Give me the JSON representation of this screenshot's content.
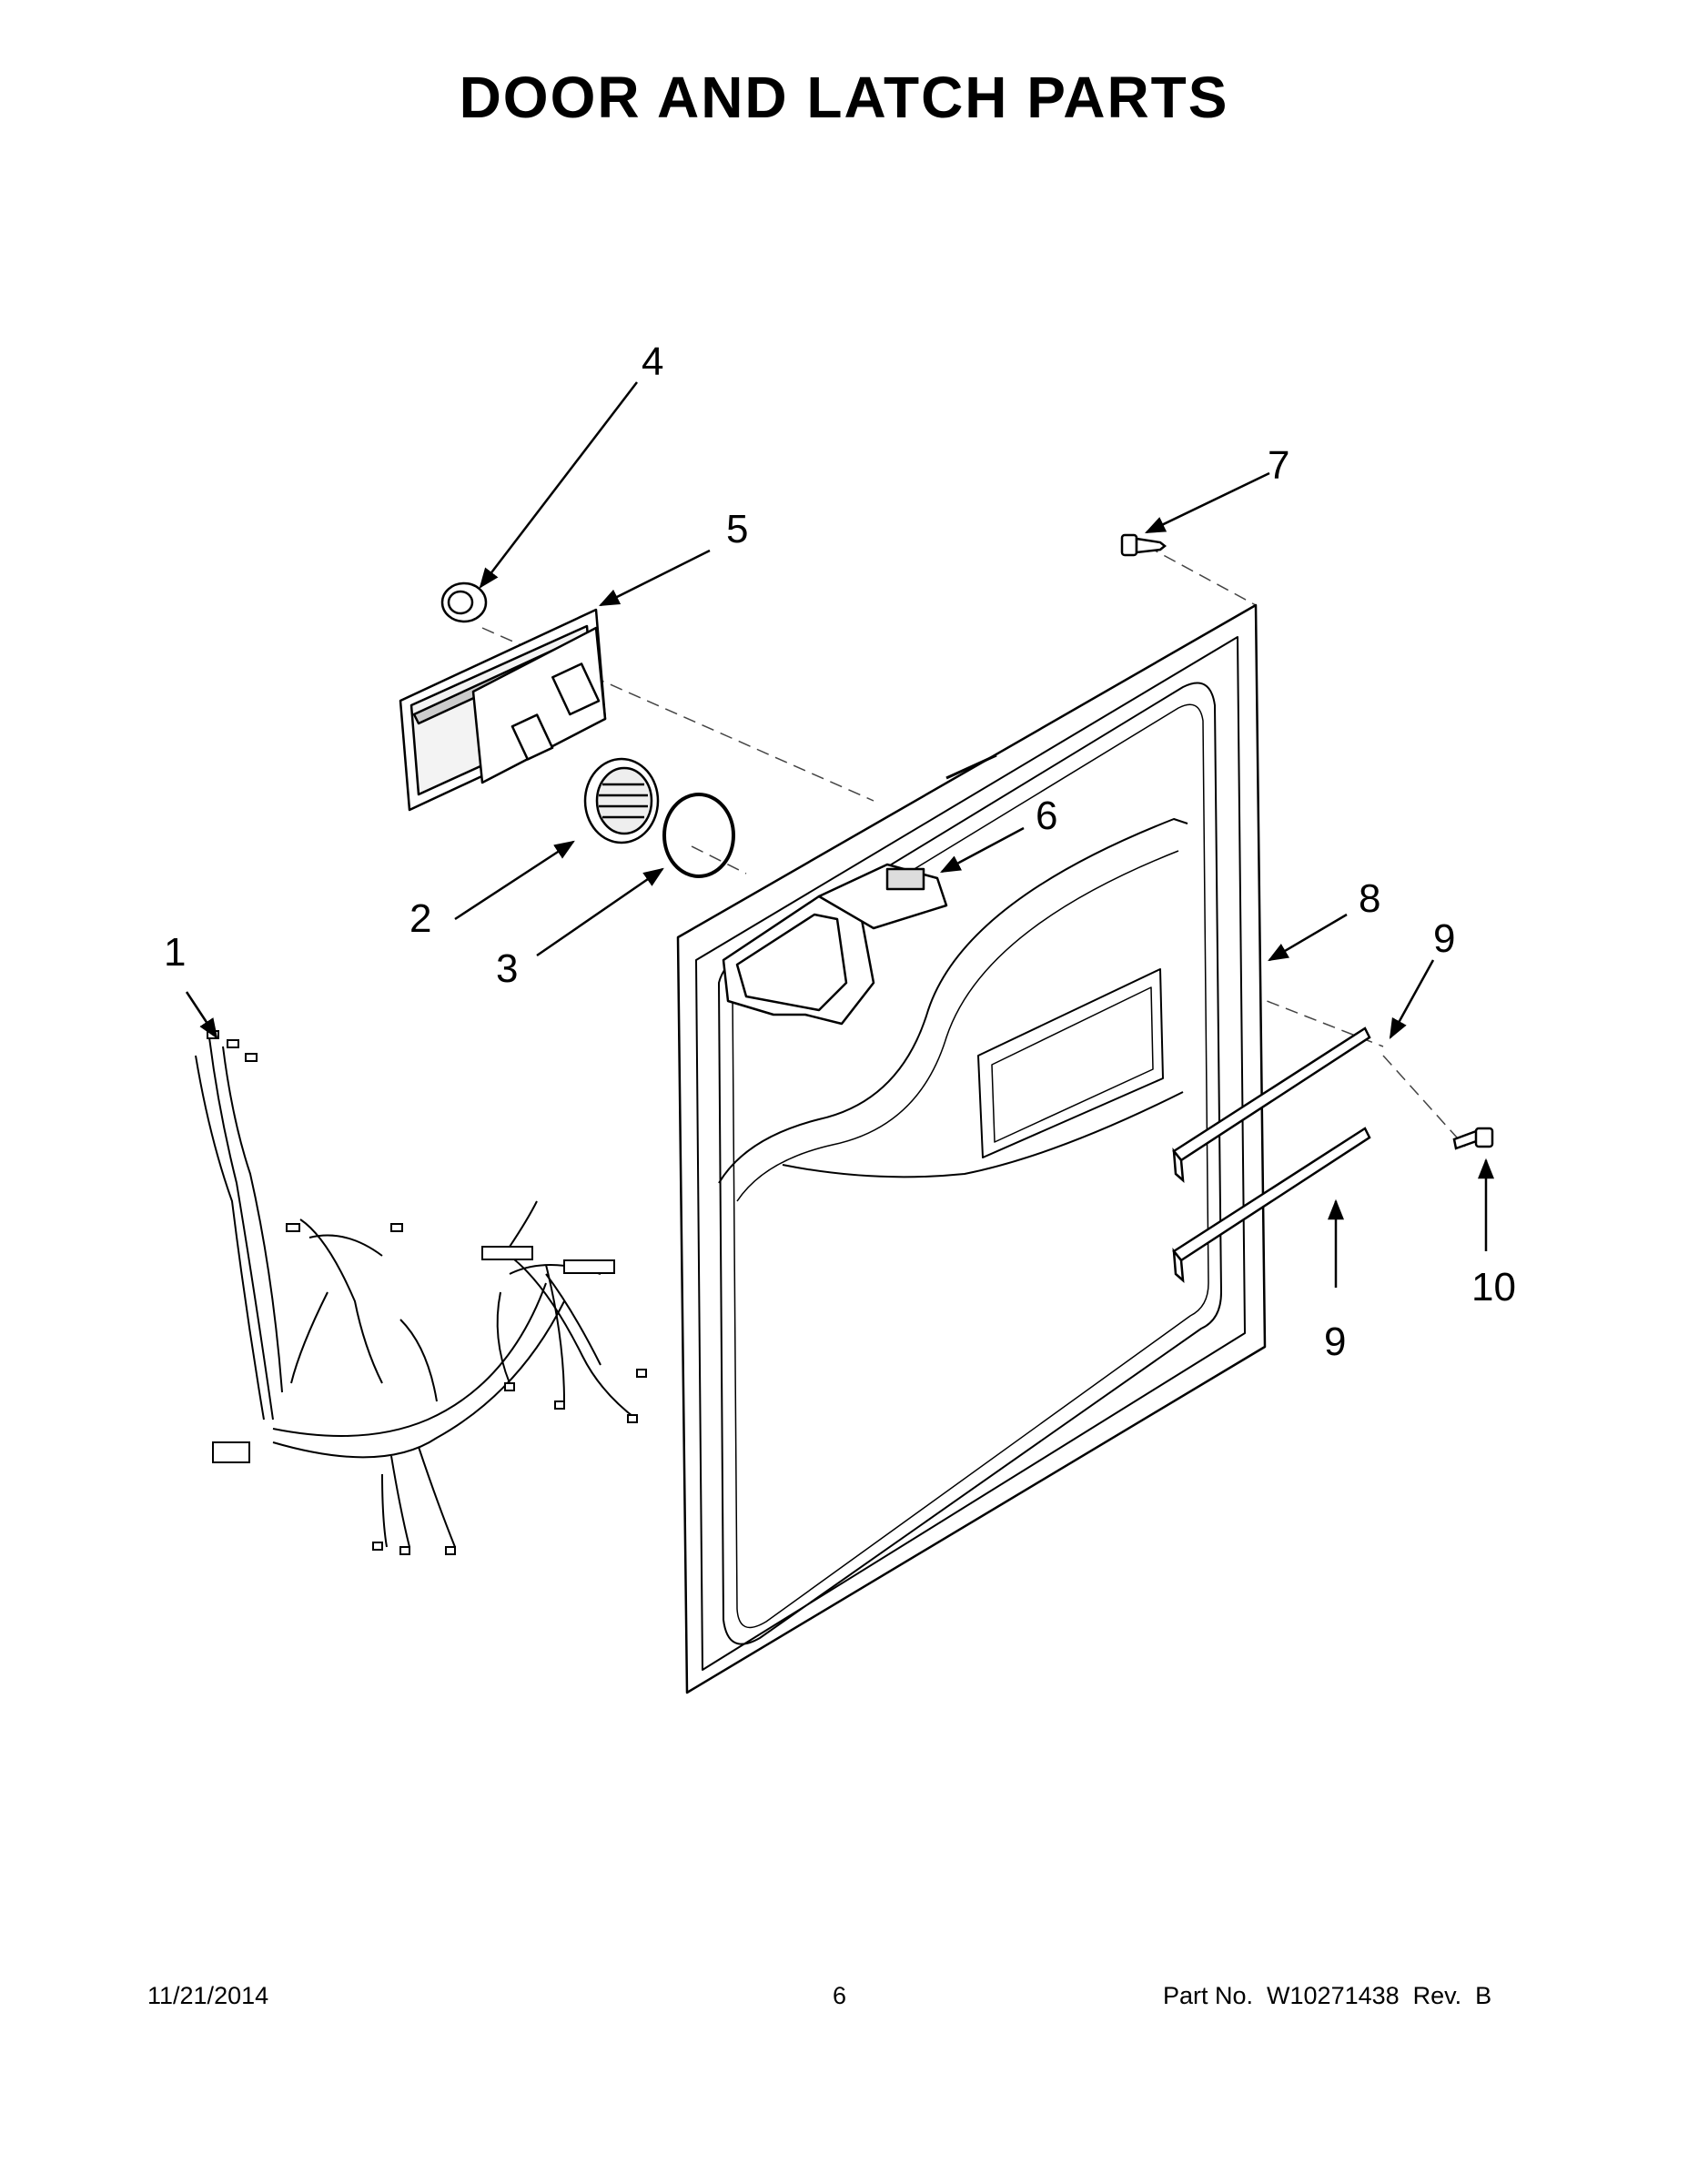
{
  "title": "DOOR AND LATCH PARTS",
  "callouts": [
    {
      "id": 1,
      "label": "1"
    },
    {
      "id": 2,
      "label": "2"
    },
    {
      "id": 3,
      "label": "3"
    },
    {
      "id": 4,
      "label": "4"
    },
    {
      "id": 5,
      "label": "5"
    },
    {
      "id": 6,
      "label": "6"
    },
    {
      "id": 7,
      "label": "7"
    },
    {
      "id": 8,
      "label": "8"
    },
    {
      "id": 9,
      "label": "9"
    },
    {
      "id": 10,
      "label": "10"
    }
  ],
  "footer": {
    "date": "11/21/2014",
    "page": "6",
    "part_no": "Part No.  W10271438  Rev.  B"
  }
}
